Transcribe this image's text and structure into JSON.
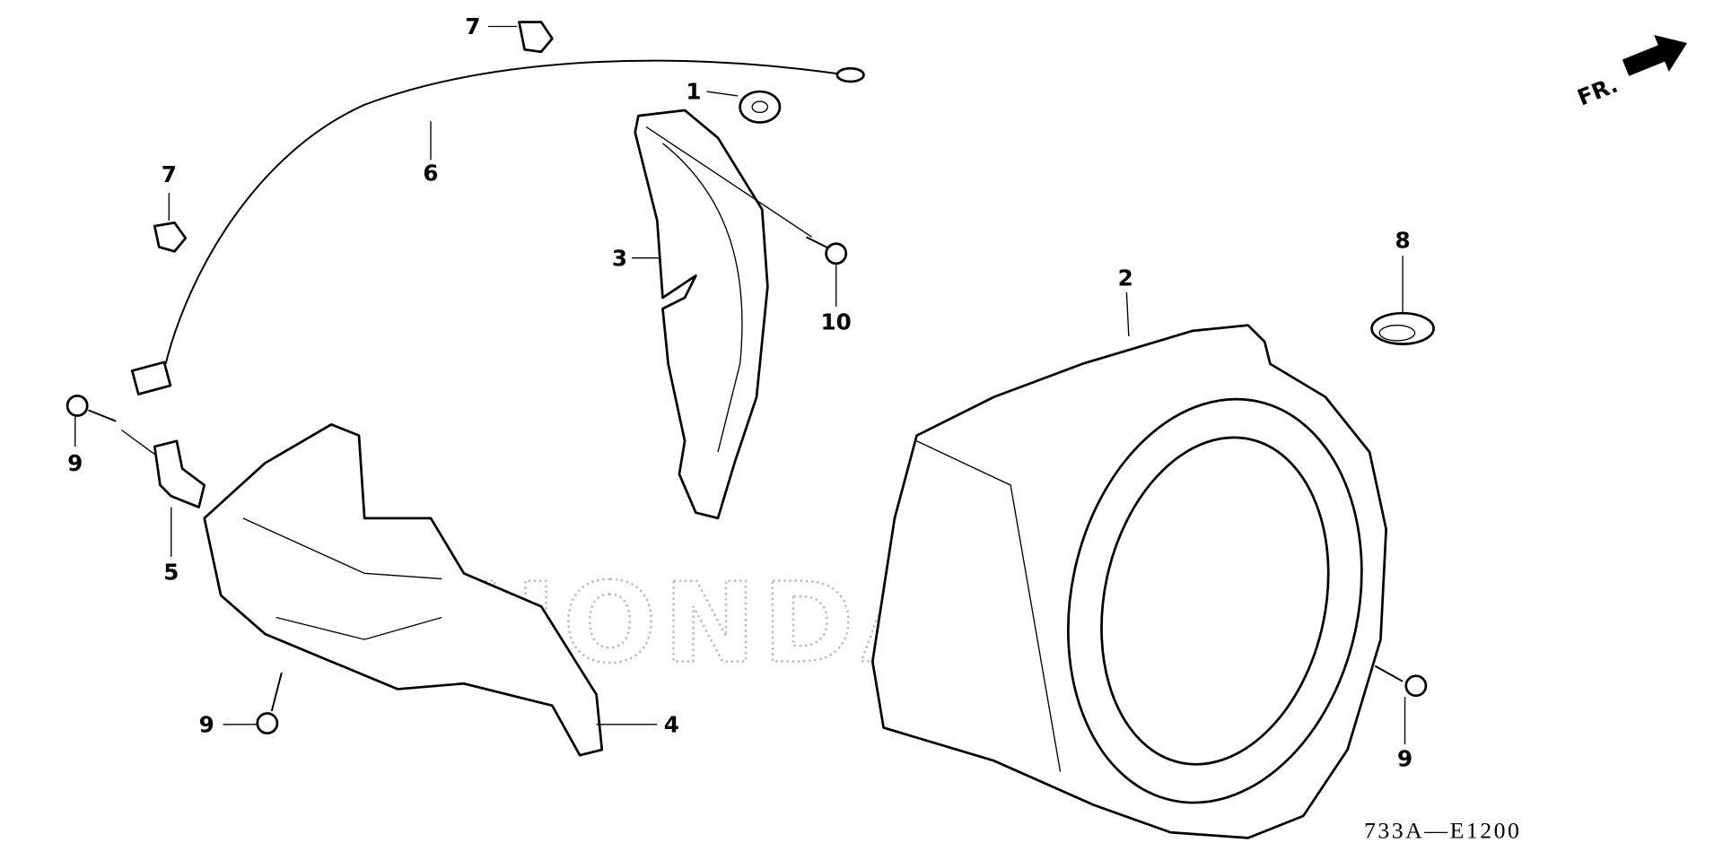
{
  "diagram": {
    "code": "733A—E1200",
    "direction_label": "FR.",
    "watermark": "HONDA",
    "callouts": [
      {
        "part": "1",
        "name": "grommet"
      },
      {
        "part": "2",
        "name": "fan-cover"
      },
      {
        "part": "3",
        "name": "shroud-plate"
      },
      {
        "part": "4",
        "name": "lower-shroud"
      },
      {
        "part": "5",
        "name": "bracket"
      },
      {
        "part": "6",
        "name": "wire-harness"
      },
      {
        "part": "7",
        "name": "clip-top"
      },
      {
        "part": "7",
        "name": "clip-left"
      },
      {
        "part": "8",
        "name": "grommet-right"
      },
      {
        "part": "9",
        "name": "bolt-left"
      },
      {
        "part": "9",
        "name": "bolt-bottom"
      },
      {
        "part": "9",
        "name": "bolt-right"
      },
      {
        "part": "10",
        "name": "bolt-plate"
      }
    ]
  }
}
